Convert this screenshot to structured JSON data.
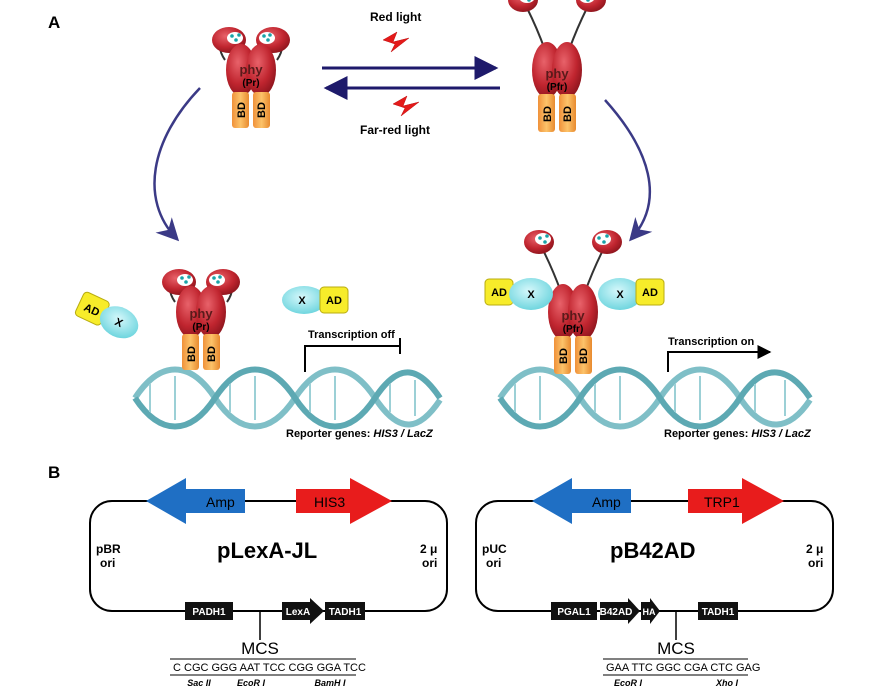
{
  "panels": {
    "a": "A",
    "b": "B"
  },
  "light": {
    "red": "Red light",
    "far_red": "Far-red light"
  },
  "phy": {
    "name": "phy",
    "pr": "(Pr)",
    "pfr": "(Pfr)",
    "bd": "BD"
  },
  "prey": {
    "ad": "AD",
    "x": "X"
  },
  "transcription": {
    "off": "Transcription off",
    "on": "Transcription on"
  },
  "reporter": {
    "prefix": "Reporter genes: ",
    "genes": "HIS3 / LacZ"
  },
  "plasmid1": {
    "name": "pLexA-JL",
    "amp": "Amp",
    "marker": "HIS3",
    "ori_left_1": "pBR",
    "ori_left_2": "ori",
    "ori_right_1": "2 μ",
    "ori_right_2": "ori",
    "promoter": "PADH1",
    "fusion": "LexA",
    "terminator": "TADH1",
    "mcs": "MCS",
    "seq": "C CGC GGG AAT TCC CGG GGA TCC",
    "site1": "Sac II",
    "site2": "EcoR I",
    "site3": "BamH I"
  },
  "plasmid2": {
    "name": "pB42AD",
    "amp": "Amp",
    "marker": "TRP1",
    "ori_left_1": "pUC",
    "ori_left_2": "ori",
    "ori_right_1": "2 μ",
    "ori_right_2": "ori",
    "promoter": "PGAL1",
    "fusion": "B42AD",
    "tag": "HA",
    "terminator": "TADH1",
    "mcs": "MCS",
    "seq": "GAA TTC GGC CGA CTC GAG",
    "site1": "EcoR I",
    "site2": "Xho I"
  },
  "colors": {
    "phy_red": "#c0252f",
    "bd_orange": "#f5a540",
    "ad_yellow": "#f7ec2a",
    "x_cyan": "#6ad8e0",
    "dna_teal": "#7fbfc7",
    "arrow_navy": "#1e1a6b",
    "amp_blue": "#1f6fc4",
    "marker_red": "#e81c1c"
  }
}
